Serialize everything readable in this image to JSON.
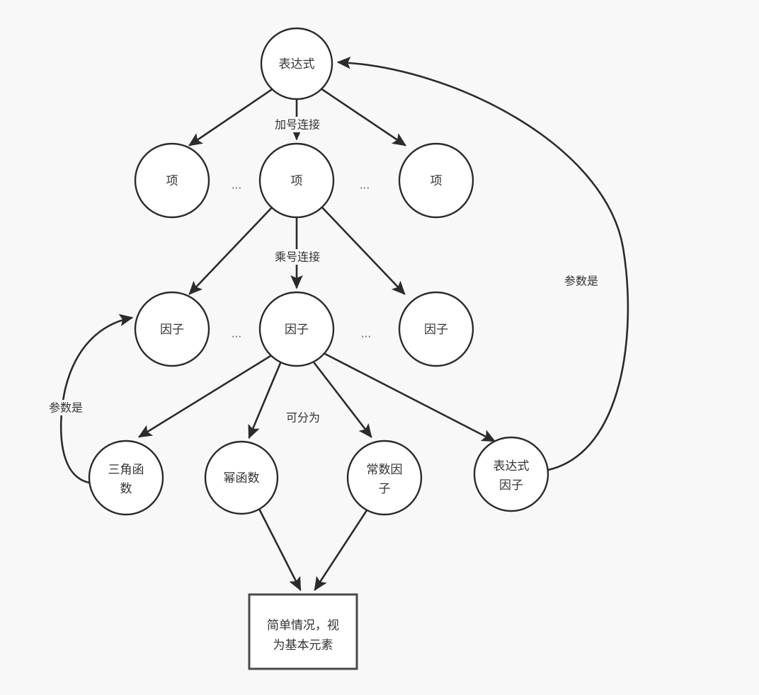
{
  "diagram": {
    "background_color": "#f8f8f8",
    "node_fill": "#ffffff",
    "stroke_color": "#2b2b2b",
    "text_color": "#333333",
    "nodes": {
      "expression": {
        "label": "表达式"
      },
      "term_left": {
        "label": "项"
      },
      "term_mid": {
        "label": "项"
      },
      "term_right": {
        "label": "项"
      },
      "factor_left": {
        "label": "因子"
      },
      "factor_mid": {
        "label": "因子"
      },
      "factor_right": {
        "label": "因子"
      },
      "trig_function": {
        "label_line1": "三角函",
        "label_line2": "数"
      },
      "power_function": {
        "label": "幂函数"
      },
      "constant_factor": {
        "label_line1": "常数因",
        "label_line2": "子"
      },
      "expression_factor": {
        "label_line1": "表达式",
        "label_line2": "因子"
      },
      "basic_element_box": {
        "label_line1": "简单情况，视",
        "label_line2": "为基本元素"
      }
    },
    "edge_labels": {
      "plus_connect": "加号连接",
      "times_connect": "乘号连接",
      "can_divide_into": "可分为",
      "param_is_right": "参数是",
      "param_is_left": "参数是"
    },
    "ellipsis": {
      "term_gap_left": "...",
      "term_gap_right": "...",
      "factor_gap_left": "...",
      "factor_gap_right": "..."
    }
  }
}
